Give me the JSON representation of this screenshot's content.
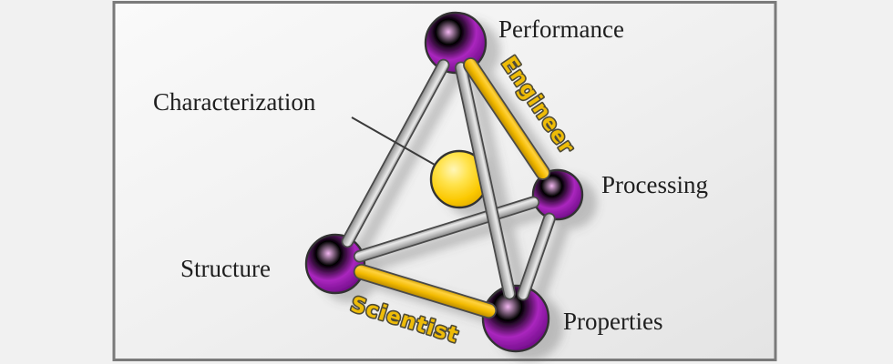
{
  "page": {
    "background_color": "#f1f1f1",
    "frame_border_color": "#7a7a7a",
    "frame_fill_color": "#efefef"
  },
  "diagram": {
    "type": "materials-science-tetrahedron",
    "label_text_color": "#1e1e1e",
    "vertex_sphere_color": "#a926bd",
    "center_sphere_color": "#fbc902",
    "gray_rod_color": "#bdbdbd",
    "gold_rod_color": "#eebc08",
    "edge_label_outline_color": "#4f4b38",
    "callout_line_color": "#3a3a3a",
    "nodes": [
      {
        "id": "performance",
        "label": "Performance",
        "role": "vertex",
        "color": "#a926bd"
      },
      {
        "id": "processing",
        "label": "Processing",
        "role": "vertex",
        "color": "#a926bd"
      },
      {
        "id": "structure",
        "label": "Structure",
        "role": "vertex",
        "color": "#a926bd"
      },
      {
        "id": "properties",
        "label": "Properties",
        "role": "vertex",
        "color": "#a926bd"
      },
      {
        "id": "characterization",
        "label": "Characterization",
        "role": "center",
        "color": "#fbc902"
      }
    ],
    "edges": [
      {
        "from": "performance",
        "to": "processing",
        "label": "Engineer",
        "style": "gold",
        "color": "#eebc08"
      },
      {
        "from": "structure",
        "to": "properties",
        "label": "Scientist",
        "style": "gold",
        "color": "#eebc08"
      },
      {
        "from": "performance",
        "to": "structure",
        "label": "",
        "style": "gray",
        "color": "#bdbdbd"
      },
      {
        "from": "performance",
        "to": "properties",
        "label": "",
        "style": "gray",
        "color": "#bdbdbd"
      },
      {
        "from": "structure",
        "to": "processing",
        "label": "",
        "style": "gray",
        "color": "#bdbdbd"
      },
      {
        "from": "processing",
        "to": "properties",
        "label": "",
        "style": "gray",
        "color": "#bdbdbd"
      }
    ]
  }
}
